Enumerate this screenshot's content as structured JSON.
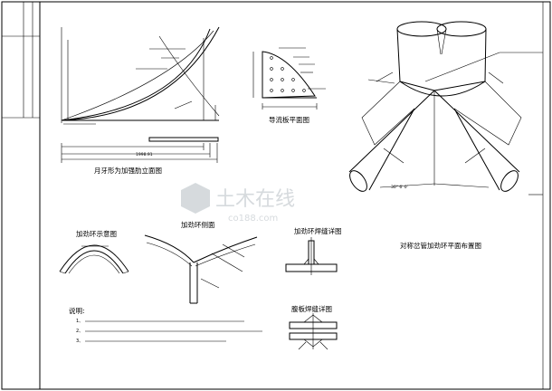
{
  "sheet": {
    "wm_cn": "土木在线",
    "wm_en": "co188.com"
  },
  "views": {
    "elev_title": "月牙形为加强肋立面图",
    "guide_title": "导流板平面图",
    "plan_title": "对称岔管加劲环平面布置图",
    "r1_title": "加劲环示意图",
    "r2_title": "加劲环侧面",
    "r3_title": "加劲环焊缝详图",
    "r4_title": "腹板焊缝详图"
  },
  "dims": {
    "d1": "1998.91",
    "d2": "30° 6′ 0″"
  },
  "notes": {
    "head": "说明:",
    "n1": "1、",
    "n2": "2、",
    "n3": "3、"
  }
}
